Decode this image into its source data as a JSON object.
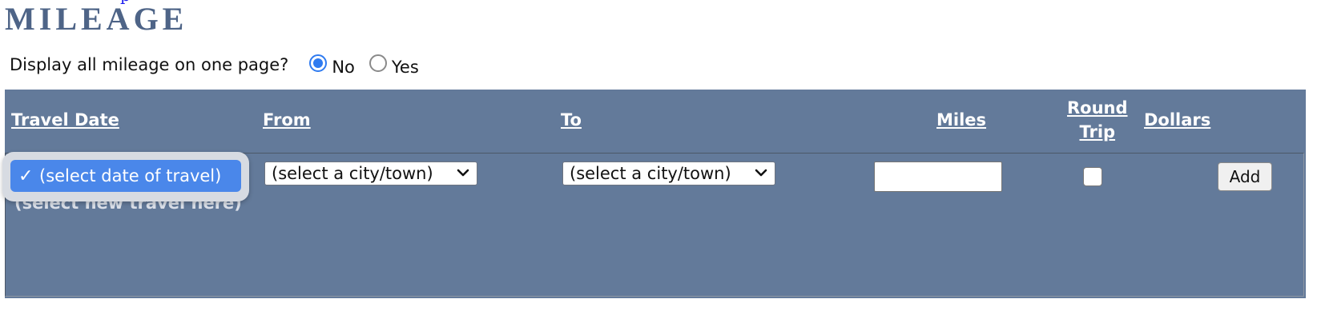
{
  "page": {
    "title": "MILEAGE",
    "top_link_fragment": "p"
  },
  "display_option": {
    "question": "Display all mileage on one page?",
    "options": [
      {
        "label": "No",
        "selected": true
      },
      {
        "label": "Yes",
        "selected": false
      }
    ]
  },
  "table": {
    "headers": {
      "travel_date": "Travel Date",
      "from": "From",
      "to": "To",
      "miles": "Miles",
      "round_trip_line1": "Round",
      "round_trip_line2": "Trip",
      "dollars": "Dollars"
    },
    "entry": {
      "date_select": {
        "selected_option": "(select date of travel)",
        "hint": "(select new travel here)",
        "check_glyph": "✓"
      },
      "from_select": {
        "value": "(select a city/town)"
      },
      "to_select": {
        "value": "(select a city/town)"
      },
      "miles_value": "",
      "round_trip_checked": false,
      "add_label": "Add"
    }
  },
  "colors": {
    "title": "#4e6487",
    "panel_background": "#637a9a",
    "selected_option": "#4a87ea",
    "radio_selected": "#2f7bf0"
  },
  "icons": {
    "select_chevron": "chevron-down-icon",
    "selected_check": "checkmark-icon"
  }
}
